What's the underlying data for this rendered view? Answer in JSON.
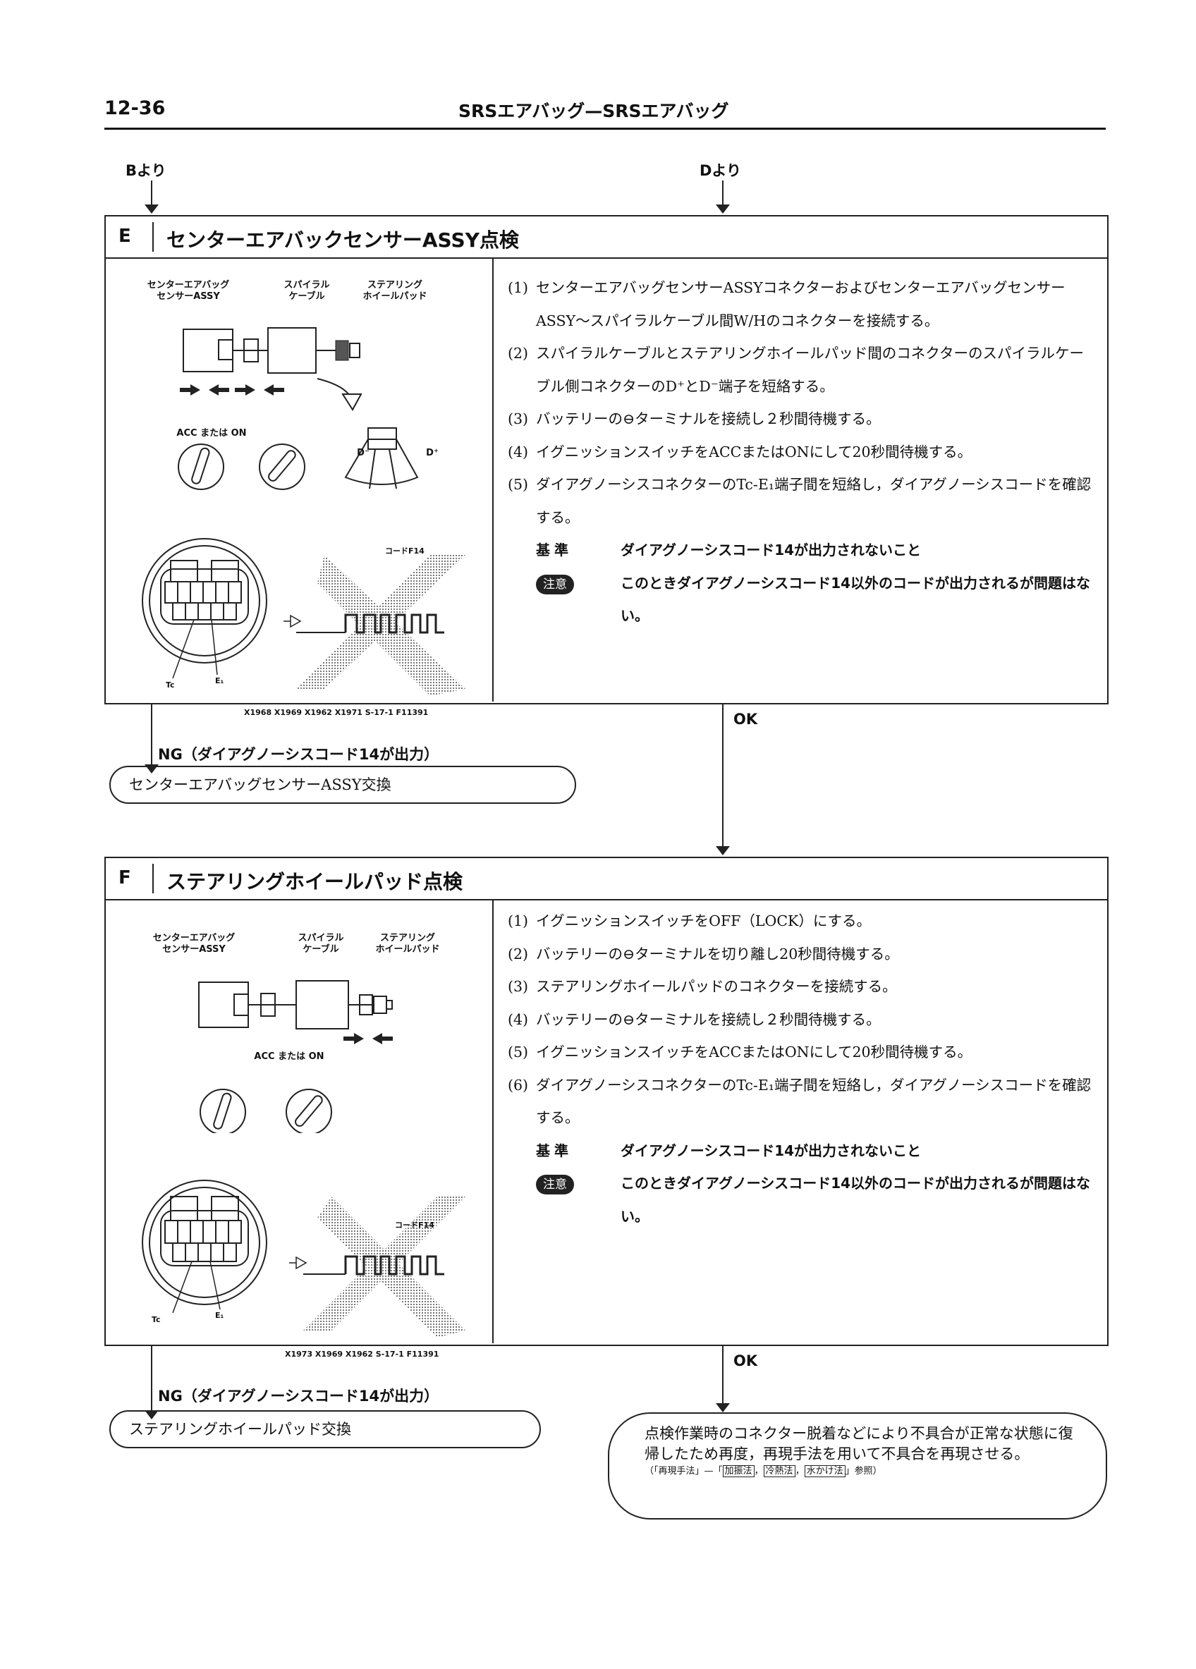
{
  "header": {
    "page_no": "12-36",
    "title": "SRSエアバッグ—SRSエアバッグ"
  },
  "incoming": {
    "from_b": "Bより",
    "from_d": "Dより"
  },
  "section_e": {
    "letter": "E",
    "title": "センターエアバックセンサーASSY点検",
    "figure": {
      "label_sensor": "センターエアバッグ\nセンサーASSY",
      "label_spiral": "スパイラル\nケーブル",
      "label_pad": "ステアリング\nホイールパッド",
      "acc_on": "ACC または ON",
      "d_minus": "D⁻",
      "d_plus": "D⁺",
      "code14": "コードF14",
      "tc": "Tc",
      "e1": "E₁",
      "fig_codes": "X1968  X1969  X1962  X1971  S-17-1  F11391"
    },
    "steps": [
      {
        "no": "(1)",
        "text": "センターエアバッグセンサーASSYコネクターおよびセンターエアバッグセンサーASSY〜スパイラルケーブル間W/Hのコネクターを接続する。"
      },
      {
        "no": "(2)",
        "text": "スパイラルケーブルとステアリングホイールパッド間のコネクターのスパイラルケーブル側コネクターのD⁺とD⁻端子を短絡する。"
      },
      {
        "no": "(3)",
        "text": "バッテリーの⊖ターミナルを接続し２秒間待機する。"
      },
      {
        "no": "(4)",
        "text": "イグニッションスイッチをACCまたはONにして20秒間待機する。"
      },
      {
        "no": "(5)",
        "text": "ダイアグノーシスコネクターのTc-E₁端子間を短絡し，ダイアグノーシスコードを確認する。"
      }
    ],
    "standard_label": "基準",
    "standard_text": "ダイアグノーシスコード14が出力されないこと",
    "note_label": "注意",
    "note_text": "このときダイアグノーシスコード14以外のコードが出力されるが問題はない。",
    "ng_label": "NG（ダイアグノーシスコード14が出力）",
    "ng_action": "センターエアバッグセンサーASSY交換",
    "ok_label": "OK"
  },
  "section_f": {
    "letter": "F",
    "title": "ステアリングホイールパッド点検",
    "figure": {
      "label_sensor": "センターエアバッグ\nセンサーASSY",
      "label_spiral": "スパイラル\nケーブル",
      "label_pad": "ステアリング\nホイールパッド",
      "acc_on": "ACC または ON",
      "code14": "コードF14",
      "tc": "Tc",
      "e1": "E₁",
      "fig_codes": "X1973  X1969  X1962  S-17-1  F11391"
    },
    "steps": [
      {
        "no": "(1)",
        "text": "イグニッションスイッチをOFF（LOCK）にする。"
      },
      {
        "no": "(2)",
        "text": "バッテリーの⊖ターミナルを切り離し20秒間待機する。"
      },
      {
        "no": "(3)",
        "text": "ステアリングホイールパッドのコネクターを接続する。"
      },
      {
        "no": "(4)",
        "text": "バッテリーの⊖ターミナルを接続し２秒間待機する。"
      },
      {
        "no": "(5)",
        "text": "イグニッションスイッチをACCまたはONにして20秒間待機する。"
      },
      {
        "no": "(6)",
        "text": "ダイアグノーシスコネクターのTc-E₁端子間を短絡し，ダイアグノーシスコードを確認する。"
      }
    ],
    "standard_label": "基準",
    "standard_text": "ダイアグノーシスコード14が出力されないこと",
    "note_label": "注意",
    "note_text": "このときダイアグノーシスコード14以外のコードが出力されるが問題はない。",
    "ng_label": "NG（ダイアグノーシスコード14が出力）",
    "ng_action": "ステアリングホイールパッド交換",
    "ok_label": "OK",
    "ok_action": "点検作業時のコネクター脱着などにより不具合が正常な状態に復帰したため再度，再現手法を用いて不具合を再現させる。",
    "ok_ref_prefix": "（「再現手法」—「",
    "ok_ref_1": "加振法",
    "ok_ref_2": "冷熱法",
    "ok_ref_3": "水かけ法",
    "ok_ref_suffix": "」参照）"
  }
}
